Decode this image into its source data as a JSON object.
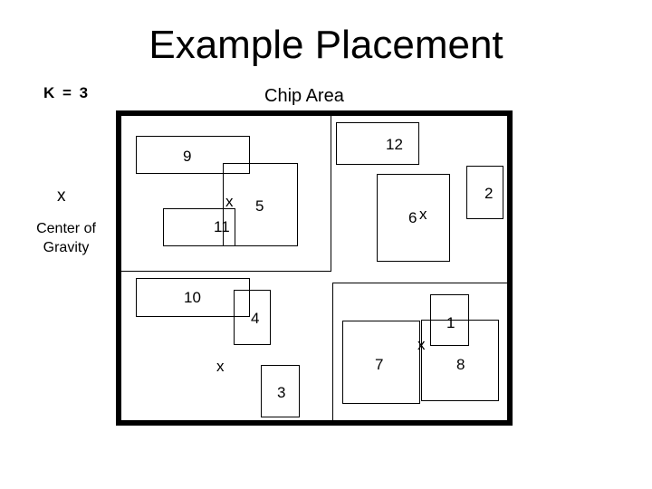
{
  "title": "Example Placement",
  "k_label": "K = 3",
  "chip_area_label": "Chip Area",
  "legend": {
    "symbol": "x",
    "label_line1": "Center of",
    "label_line2": "Gravity"
  },
  "blocks": {
    "b1": "1",
    "b2": "2",
    "b3": "3",
    "b4": "4",
    "b5": "5",
    "b6": "6",
    "b7": "7",
    "b8": "8",
    "b9": "9",
    "b10": "10",
    "b11": "11",
    "b12": "12"
  },
  "centroids": {
    "c1": "x",
    "c2": "x",
    "c3": "x",
    "c4": "x"
  }
}
